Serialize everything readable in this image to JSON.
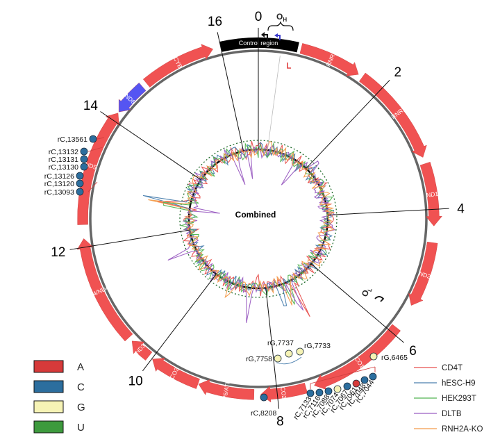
{
  "center_label": "Combined",
  "control_region_label": "Control region",
  "origin_h": "O",
  "origin_h_sub": "H",
  "origin_l": "O",
  "origin_l_sub": "L",
  "position_labels": [
    {
      "label": "0",
      "kb": 0
    },
    {
      "label": "2",
      "kb": 2
    },
    {
      "label": "4",
      "kb": 4
    },
    {
      "label": "6",
      "kb": 6
    },
    {
      "label": "8",
      "kb": 8
    },
    {
      "label": "10",
      "kb": 10
    },
    {
      "label": "12",
      "kb": 12
    },
    {
      "label": "14",
      "kb": 14
    },
    {
      "label": "16",
      "kb": 16
    }
  ],
  "genes": [
    {
      "name": "RNR1",
      "start": 0.65,
      "end": 1.6,
      "dir": "cw",
      "color": "#f05252"
    },
    {
      "name": "RNR2",
      "start": 1.67,
      "end": 3.2,
      "dir": "cw",
      "color": "#f05252"
    },
    {
      "name": "ND1",
      "start": 3.3,
      "end": 4.25,
      "dir": "cw",
      "color": "#f05252"
    },
    {
      "name": "ND2",
      "start": 4.5,
      "end": 5.5,
      "dir": "cw",
      "color": "#f05252"
    },
    {
      "name": "CO1",
      "start": 5.9,
      "end": 7.43,
      "dir": "cw",
      "color": "#f05252"
    },
    {
      "name": "CO2",
      "start": 7.56,
      "end": 8.25,
      "dir": "cw",
      "color": "#f05252"
    },
    {
      "name": "ATP6/ATP8",
      "start": 8.35,
      "end": 9.2,
      "dir": "cw",
      "color": "#f05252"
    },
    {
      "name": "CO3",
      "start": 9.21,
      "end": 9.99,
      "dir": "cw",
      "color": "#f05252"
    },
    {
      "name": "ND3",
      "start": 10.06,
      "end": 10.4,
      "dir": "cw",
      "color": "#f05252"
    },
    {
      "name": "ND4/ND4L",
      "start": 10.47,
      "end": 12.13,
      "dir": "cw",
      "color": "#f05252"
    },
    {
      "name": "ND5",
      "start": 12.34,
      "end": 14.13,
      "dir": "cw",
      "color": "#f05252"
    },
    {
      "name": "ND6",
      "start": 14.15,
      "end": 14.67,
      "dir": "ccw",
      "color": "#5555f2"
    },
    {
      "name": "CYB",
      "start": 14.75,
      "end": 15.88,
      "dir": "cw",
      "color": "#f05252"
    }
  ],
  "sites": {
    "nd5_cluster": [
      "rC,13561",
      "rC,13132",
      "rC,13131",
      "rC,13130",
      "rC,13126",
      "rC,13120",
      "rC,13093"
    ],
    "co1_cluster": [
      "rC,7044",
      "rC,7048",
      "rC,7061",
      "rC,7067",
      "rC,7074",
      "rC,7088",
      "rC,7116",
      "rC,7133"
    ],
    "g_cluster": [
      "rG,7737",
      "rG,7733",
      "rG,7758"
    ],
    "single_g": "rG,6465",
    "single_c": "rC,8208"
  },
  "base_legend": [
    {
      "label": "A",
      "color": "#d63a3a"
    },
    {
      "label": "C",
      "color": "#2c6e9e"
    },
    {
      "label": "G",
      "color": "#f6f3b5"
    },
    {
      "label": "U",
      "color": "#3d9a3d"
    }
  ],
  "sample_legend": [
    {
      "label": "CD4T",
      "color": "#e8524f"
    },
    {
      "label": "hESC-H9",
      "color": "#4a7fae"
    },
    {
      "label": "HEK293T",
      "color": "#52b452"
    },
    {
      "label": "DLTB",
      "color": "#9b5ec2"
    },
    {
      "label": "RNH2A-KO",
      "color": "#f39b4a"
    }
  ],
  "colors": {
    "gene_red": "#f05252",
    "gene_blue": "#5555f2",
    "genome_ring": "#666666",
    "control_region": "#000000",
    "c_site": "#2c6e9e",
    "g_site": "#f6f3b5",
    "a_site": "#d63a3a"
  }
}
